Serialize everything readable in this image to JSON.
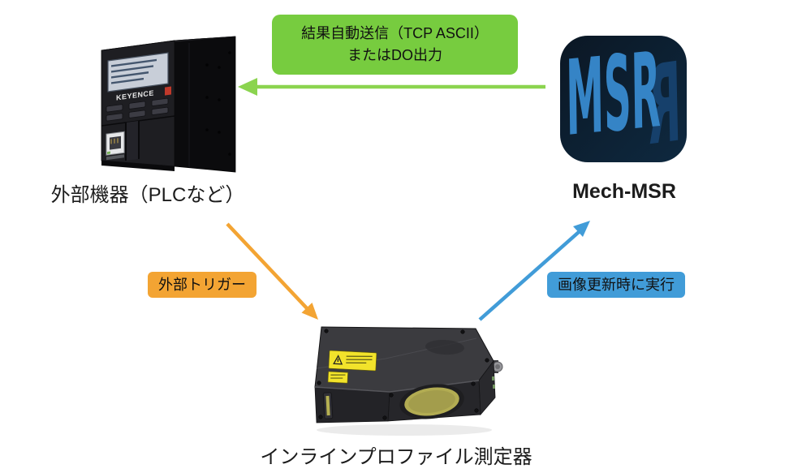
{
  "nodes": {
    "plc": {
      "caption": "外部機器（PLCなど）",
      "brand": "KEYENCE"
    },
    "msr": {
      "caption": "Mech-MSR",
      "icon_text": "MSR",
      "icon_text_mirrored": "R"
    },
    "profiler": {
      "caption": "インラインプロファイル測定器"
    }
  },
  "arrows": {
    "result": {
      "line1": "結果自動送信（TCP ASCII）",
      "line2": "またはDO出力",
      "direction": "msr-to-plc"
    },
    "trigger": {
      "label": "外部トリガー",
      "direction": "plc-to-profiler"
    },
    "execute": {
      "label": "画像更新時に実行",
      "direction": "profiler-to-msr"
    }
  },
  "colors": {
    "background": "#FFFFFF",
    "text": "#111111",
    "green_box": "#77CC3F",
    "green_arrow": "#8BD44F",
    "orange": "#F3A433",
    "blue": "#419CD8",
    "msr_icon_bg_top": "#0B1724",
    "msr_icon_bg_bottom": "#0E2940",
    "msr_icon_letters": "#3584C6",
    "msr_icon_letter_dark": "#16406B",
    "plc_screen": "#C8CED8",
    "profiler_lens": "#B2AC52",
    "warning_label": "#F2E32B"
  }
}
